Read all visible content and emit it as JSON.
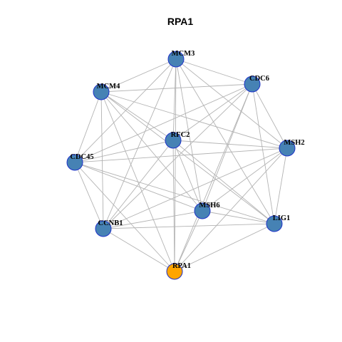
{
  "title": "RPA1",
  "colors": {
    "node_fill": "#4682B4",
    "node_stroke": "#1f33c9",
    "highlight_fill": "#FFA500",
    "highlight_stroke": "#1f33c9",
    "edge": "#b3b3b3"
  },
  "nodes": [
    {
      "id": "MCM3",
      "label": "MCM3",
      "highlight": false
    },
    {
      "id": "CDC6",
      "label": "CDC6",
      "highlight": false
    },
    {
      "id": "MCM4",
      "label": "MCM4",
      "highlight": false
    },
    {
      "id": "RFC2",
      "label": "RFC2",
      "highlight": false
    },
    {
      "id": "MSH2",
      "label": "MSH2",
      "highlight": false
    },
    {
      "id": "CDC45",
      "label": "CDC45",
      "highlight": false
    },
    {
      "id": "MSH6",
      "label": "MSH6",
      "highlight": false
    },
    {
      "id": "LIG1",
      "label": "LIG1",
      "highlight": false
    },
    {
      "id": "CCNB1",
      "label": "CCNB1",
      "highlight": false
    },
    {
      "id": "RPA1",
      "label": "RPA1",
      "highlight": true
    }
  ],
  "edges": [
    [
      "MCM3",
      "CDC6"
    ],
    [
      "MCM3",
      "MCM4"
    ],
    [
      "MCM3",
      "RFC2"
    ],
    [
      "MCM3",
      "MSH2"
    ],
    [
      "MCM3",
      "CDC45"
    ],
    [
      "MCM3",
      "MSH6"
    ],
    [
      "MCM3",
      "LIG1"
    ],
    [
      "MCM3",
      "CCNB1"
    ],
    [
      "MCM3",
      "RPA1"
    ],
    [
      "CDC6",
      "MCM4"
    ],
    [
      "CDC6",
      "RFC2"
    ],
    [
      "CDC6",
      "MSH2"
    ],
    [
      "CDC6",
      "CDC45"
    ],
    [
      "CDC6",
      "MSH6"
    ],
    [
      "CDC6",
      "LIG1"
    ],
    [
      "CDC6",
      "CCNB1"
    ],
    [
      "CDC6",
      "RPA1"
    ],
    [
      "MCM4",
      "RFC2"
    ],
    [
      "MCM4",
      "MSH2"
    ],
    [
      "MCM4",
      "CDC45"
    ],
    [
      "MCM4",
      "MSH6"
    ],
    [
      "MCM4",
      "LIG1"
    ],
    [
      "MCM4",
      "CCNB1"
    ],
    [
      "MCM4",
      "RPA1"
    ],
    [
      "RFC2",
      "MSH2"
    ],
    [
      "RFC2",
      "CDC45"
    ],
    [
      "RFC2",
      "MSH6"
    ],
    [
      "RFC2",
      "LIG1"
    ],
    [
      "RFC2",
      "CCNB1"
    ],
    [
      "RFC2",
      "RPA1"
    ],
    [
      "MSH2",
      "CDC45"
    ],
    [
      "MSH2",
      "MSH6"
    ],
    [
      "MSH2",
      "LIG1"
    ],
    [
      "MSH2",
      "CCNB1"
    ],
    [
      "MSH2",
      "RPA1"
    ],
    [
      "CDC45",
      "MSH6"
    ],
    [
      "CDC45",
      "LIG1"
    ],
    [
      "CDC45",
      "CCNB1"
    ],
    [
      "CDC45",
      "RPA1"
    ],
    [
      "MSH6",
      "LIG1"
    ],
    [
      "MSH6",
      "CCNB1"
    ],
    [
      "MSH6",
      "RPA1"
    ],
    [
      "LIG1",
      "CCNB1"
    ],
    [
      "LIG1",
      "RPA1"
    ],
    [
      "CCNB1",
      "RPA1"
    ]
  ]
}
